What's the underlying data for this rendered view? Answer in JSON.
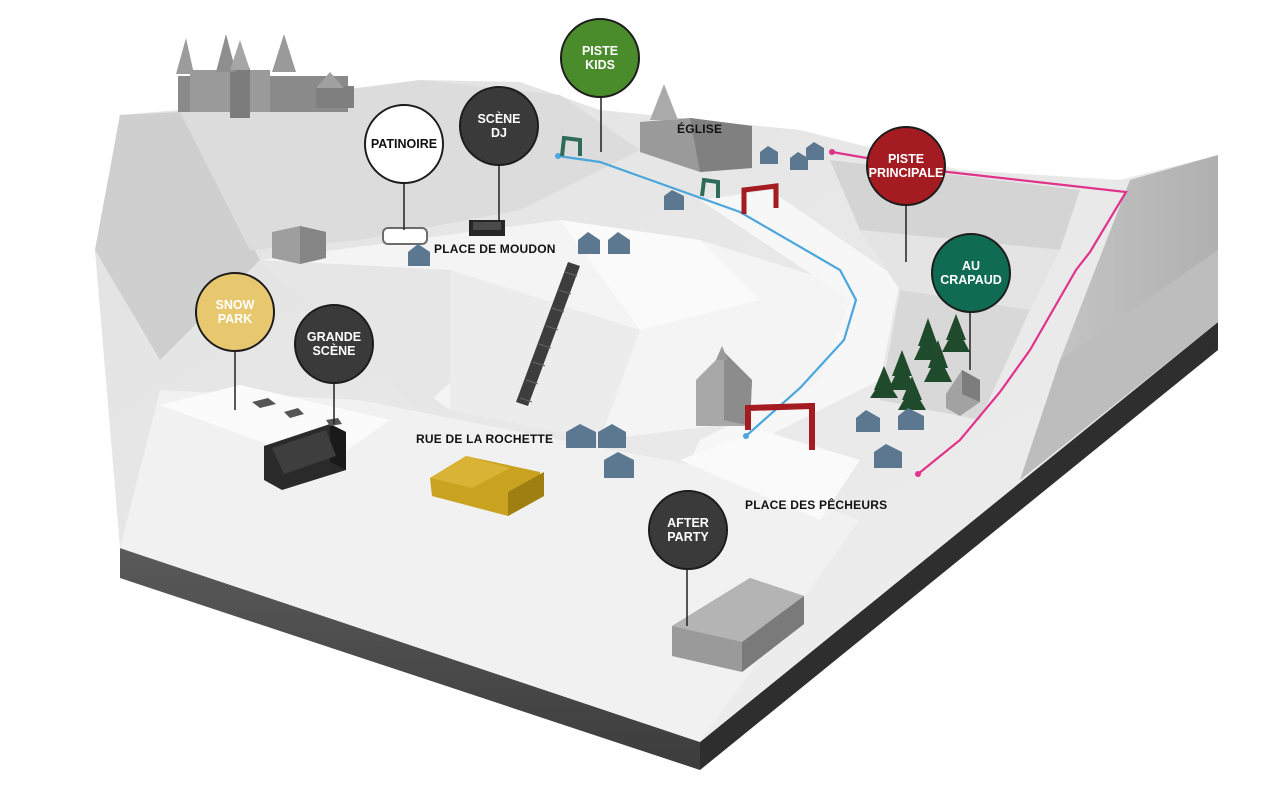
{
  "map": {
    "pins": [
      {
        "id": "piste-kids",
        "lines": [
          "PISTE",
          "KIDS"
        ],
        "color": "#4a8b2c",
        "text": "#ffffff"
      },
      {
        "id": "scene-dj",
        "lines": [
          "SCÈNE",
          "DJ"
        ],
        "color": "#3a3a3a",
        "text": "#ffffff"
      },
      {
        "id": "patinoire",
        "lines": [
          "PATINOIRE"
        ],
        "color": "#ffffff",
        "text": "#111111"
      },
      {
        "id": "piste-principale",
        "lines": [
          "PISTE",
          "PRINCIPALE"
        ],
        "color": "#a51b22",
        "text": "#ffffff"
      },
      {
        "id": "au-crapaud",
        "lines": [
          "AU",
          "CRAPAUD"
        ],
        "color": "#0f6b52",
        "text": "#ffffff"
      },
      {
        "id": "snow-park",
        "lines": [
          "SNOW",
          "PARK"
        ],
        "color": "#e8c86e",
        "text": "#ffffff"
      },
      {
        "id": "grande-scene",
        "lines": [
          "GRANDE",
          "SCÈNE"
        ],
        "color": "#3a3a3a",
        "text": "#ffffff"
      },
      {
        "id": "after-party",
        "lines": [
          "AFTER",
          "PARTY"
        ],
        "color": "#3a3a3a",
        "text": "#ffffff"
      }
    ],
    "labels": {
      "eglise": "ÉGLISE",
      "place_moudon": "PLACE DE MOUDON",
      "rue_rochette": "RUE DE LA ROCHETTE",
      "place_pecheurs": "PLACE DES PÊCHEURS"
    },
    "colors": {
      "kids_track": "#4aa6dc",
      "main_track": "#e0338a",
      "gate_red": "#a51b22",
      "gate_green": "#2f6b5a",
      "house_blue": "#5b7890",
      "tree_green": "#1f4a2c",
      "tent_yellow": "#c9a21f"
    }
  }
}
